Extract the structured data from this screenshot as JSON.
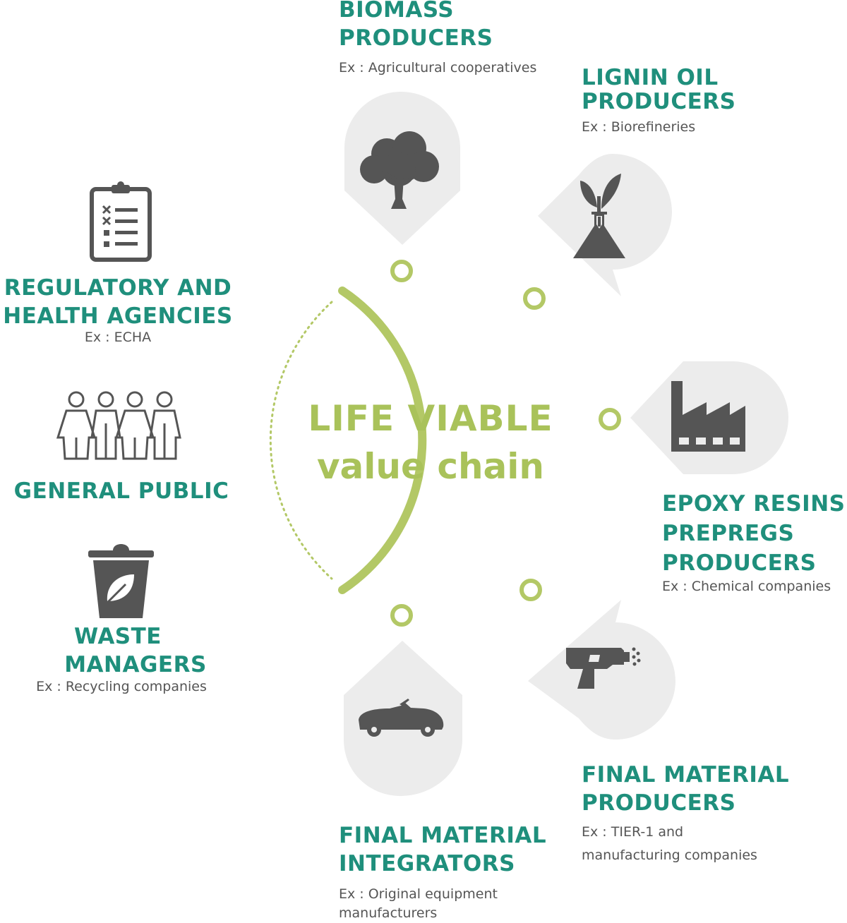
{
  "center": {
    "line1": "LIFE VIABLE",
    "line2": "value chain"
  },
  "colors": {
    "accent": "#1f8f7c",
    "ring": "#b3c866",
    "icon_fill": "#555555",
    "badge_bg": "#ececec"
  },
  "chain": [
    {
      "icon": "tree-icon",
      "title": [
        "BIOMASS",
        "PRODUCERS"
      ],
      "example": [
        "Ex : Agricultural cooperatives"
      ]
    },
    {
      "icon": "plant-flask-icon",
      "title": [
        "LIGNIN OIL",
        "PRODUCERS"
      ],
      "example": [
        "Ex : Biorefineries"
      ]
    },
    {
      "icon": "factory-icon",
      "title": [
        "EPOXY RESINS",
        "PREPREGS",
        "PRODUCERS"
      ],
      "example": [
        "Ex : Chemical companies"
      ]
    },
    {
      "icon": "spray-gun-icon",
      "title": [
        "FINAL MATERIAL",
        "PRODUCERS"
      ],
      "example": [
        "Ex : TIER-1 and",
        "manufacturing companies"
      ]
    },
    {
      "icon": "car-icon",
      "title": [
        "FINAL MATERIAL",
        "INTEGRATORS"
      ],
      "example": [
        "Ex : Original equipment",
        "manufacturers"
      ]
    }
  ],
  "stakeholders": [
    {
      "icon": "clipboard-checklist-icon",
      "title": [
        "REGULATORY AND",
        "HEALTH AGENCIES"
      ],
      "example": [
        "Ex : ECHA"
      ]
    },
    {
      "icon": "people-group-icon",
      "title": [
        "GENERAL PUBLIC"
      ],
      "example": []
    },
    {
      "icon": "leaf-bin-icon",
      "title": [
        "WASTE",
        "MANAGERS"
      ],
      "example": [
        "Ex : Recycling companies"
      ]
    }
  ]
}
